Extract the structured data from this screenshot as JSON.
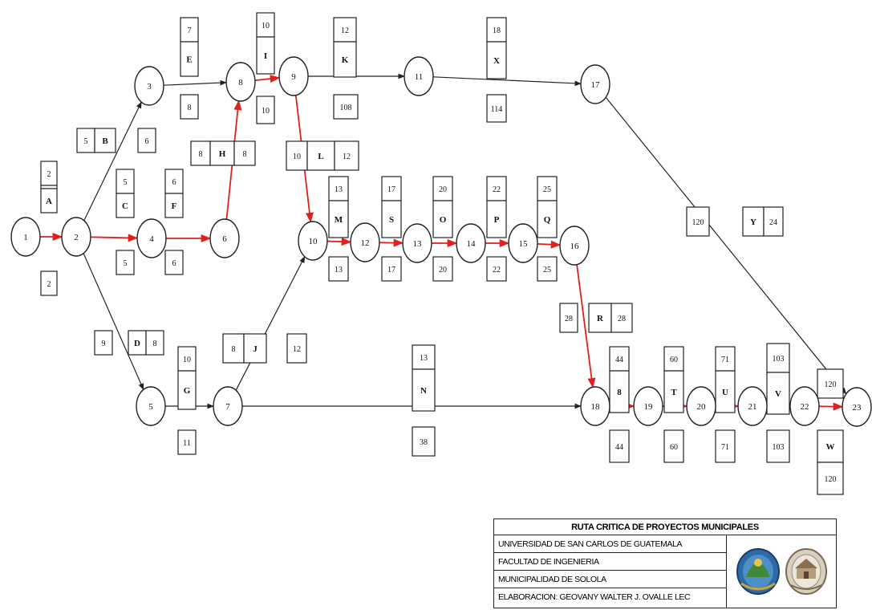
{
  "nodes": [
    {
      "id": "n1",
      "label": "1"
    },
    {
      "id": "n2",
      "label": "2"
    },
    {
      "id": "n3",
      "label": "3"
    },
    {
      "id": "n4",
      "label": "4"
    },
    {
      "id": "n5",
      "label": "5"
    },
    {
      "id": "n6",
      "label": "6"
    },
    {
      "id": "n7",
      "label": "7"
    },
    {
      "id": "n8",
      "label": "8"
    },
    {
      "id": "n9",
      "label": "9"
    },
    {
      "id": "n10",
      "label": "10"
    },
    {
      "id": "n11",
      "label": "11"
    },
    {
      "id": "n12",
      "label": "12"
    },
    {
      "id": "n13",
      "label": "13"
    },
    {
      "id": "n14",
      "label": "14"
    },
    {
      "id": "n15",
      "label": "15"
    },
    {
      "id": "n16",
      "label": "16"
    },
    {
      "id": "n17",
      "label": "17"
    },
    {
      "id": "n18",
      "label": "18"
    },
    {
      "id": "n19",
      "label": "19"
    },
    {
      "id": "n20",
      "label": "20"
    },
    {
      "id": "n21",
      "label": "21"
    },
    {
      "id": "n22",
      "label": "22"
    },
    {
      "id": "n23",
      "label": "23"
    }
  ],
  "activities": {
    "A": {
      "name": "A",
      "es": "2",
      "lf": "2"
    },
    "B": {
      "name": "B",
      "es": "5",
      "lf": "6"
    },
    "C": {
      "name": "C",
      "es": "5",
      "lf": "5"
    },
    "D": {
      "name": "D",
      "es": "9",
      "lf": "8"
    },
    "E": {
      "name": "E",
      "es": "7",
      "lf": "8"
    },
    "F": {
      "name": "F",
      "es": "6",
      "lf": "6"
    },
    "G": {
      "name": "G",
      "es": "10",
      "lf": "11"
    },
    "H": {
      "name": "H",
      "es": "8",
      "lf": "8"
    },
    "I": {
      "name": "I",
      "es": "10",
      "lf": "10"
    },
    "J": {
      "name": "J",
      "es": "8",
      "lf": "12"
    },
    "K": {
      "name": "K",
      "es": "12",
      "lf": "108"
    },
    "L": {
      "name": "L",
      "es": "10",
      "lf": "12"
    },
    "M": {
      "name": "M",
      "es": "13",
      "lf": "13"
    },
    "N": {
      "name": "N",
      "es": "13",
      "lf": "38"
    },
    "O": {
      "name": "O",
      "es": "20",
      "lf": "20"
    },
    "P": {
      "name": "P",
      "es": "22",
      "lf": "22"
    },
    "Q": {
      "name": "Q",
      "es": "25",
      "lf": "25"
    },
    "R": {
      "name": "R",
      "es": "28",
      "lf": "28"
    },
    "S": {
      "name": "S",
      "es": "17",
      "lf": "17"
    },
    "T": {
      "name": "T",
      "es": "60",
      "lf": "60"
    },
    "U": {
      "name": "U",
      "es": "71",
      "lf": "71"
    },
    "V": {
      "name": "V",
      "es": "103",
      "lf": "103"
    },
    "W": {
      "name": "W",
      "es": "120",
      "lf": "120"
    },
    "X": {
      "name": "X",
      "es": "18",
      "lf": "114"
    },
    "Y": {
      "name": "Y",
      "es": "120",
      "lf": "24"
    },
    "Z": {
      "name": "8",
      "es": "44",
      "lf": "44"
    }
  },
  "title_block": {
    "heading": "RUTA CRITICA DE PROYECTOS MUNICIPALES",
    "rows": [
      "UNIVERSIDAD DE SAN CARLOS DE GUATEMALA",
      "FACULTAD DE INGENIERIA",
      "MUNICIPALIDAD DE SOLOLA",
      "ELABORACION: GEOVANY WALTER J. OVALLE LEC"
    ]
  },
  "colors": {
    "critical_path": "#e0201c",
    "normal_path": "#222222"
  }
}
